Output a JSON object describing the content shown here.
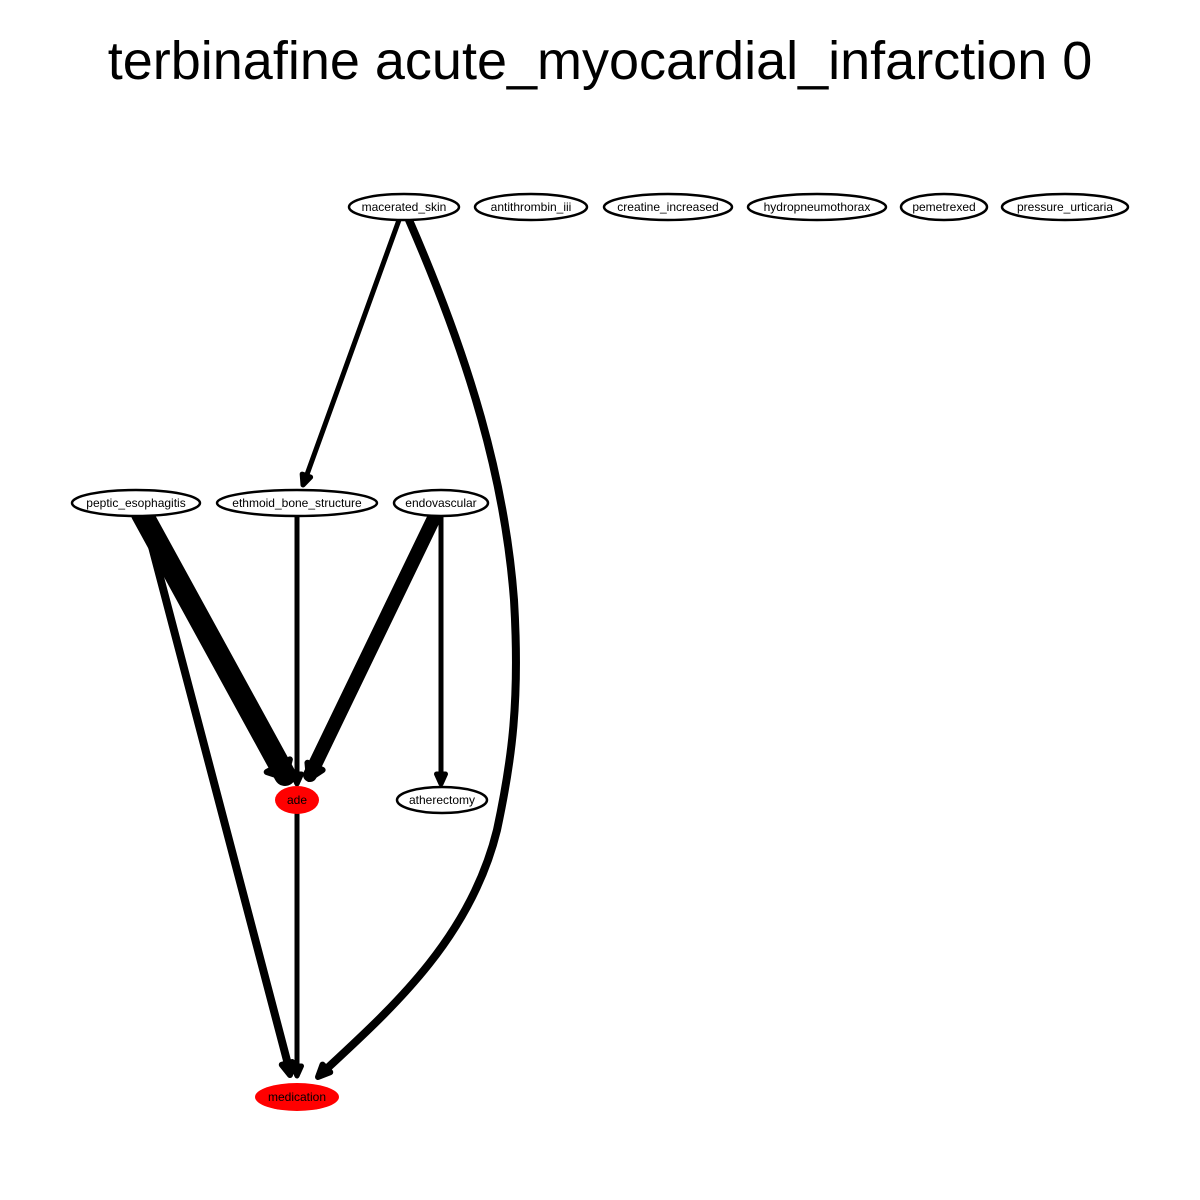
{
  "title": "terbinafine acute_myocardial_infarction 0",
  "colors": {
    "background": "#ffffff",
    "edge": "#000000",
    "node_stroke": "#000000",
    "node_fill_default": "#ffffff",
    "node_fill_highlight": "#ff0000"
  },
  "nodes": [
    {
      "id": "macerated_skin",
      "label": "macerated_skin",
      "highlight": false
    },
    {
      "id": "antithrombin_iii",
      "label": "antithrombin_iii",
      "highlight": false
    },
    {
      "id": "creatine_increased",
      "label": "creatine_increased",
      "highlight": false
    },
    {
      "id": "hydropneumothorax",
      "label": "hydropneumothorax",
      "highlight": false
    },
    {
      "id": "pemetrexed",
      "label": "pemetrexed",
      "highlight": false
    },
    {
      "id": "pressure_urticaria",
      "label": "pressure_urticaria",
      "highlight": false
    },
    {
      "id": "peptic_esophagitis",
      "label": "peptic_esophagitis",
      "highlight": false
    },
    {
      "id": "ethmoid_bone_structure",
      "label": "ethmoid_bone_structure",
      "highlight": false
    },
    {
      "id": "endovascular",
      "label": "endovascular",
      "highlight": false
    },
    {
      "id": "ade",
      "label": "ade",
      "highlight": true
    },
    {
      "id": "atherectomy",
      "label": "atherectomy",
      "highlight": false
    },
    {
      "id": "medication",
      "label": "medication",
      "highlight": true
    }
  ],
  "edges": [
    {
      "from": "macerated_skin",
      "to": "ethmoid_bone_structure",
      "weight": "thin"
    },
    {
      "from": "macerated_skin",
      "to": "medication",
      "weight": "medium"
    },
    {
      "from": "peptic_esophagitis",
      "to": "ade",
      "weight": "very-thick"
    },
    {
      "from": "peptic_esophagitis",
      "to": "medication",
      "weight": "medium"
    },
    {
      "from": "ethmoid_bone_structure",
      "to": "ade",
      "weight": "thin"
    },
    {
      "from": "endovascular",
      "to": "ade",
      "weight": "thick"
    },
    {
      "from": "endovascular",
      "to": "atherectomy",
      "weight": "thin"
    },
    {
      "from": "ade",
      "to": "medication",
      "weight": "thin"
    }
  ]
}
